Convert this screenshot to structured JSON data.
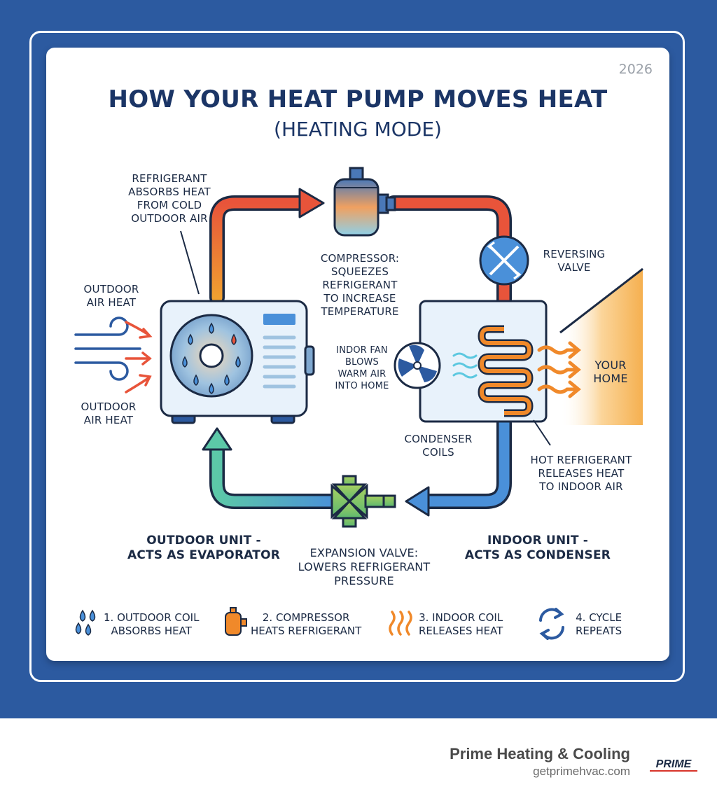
{
  "header": {
    "year": "2026",
    "title": "HOW YOUR HEAT PUMP MOVES HEAT",
    "subtitle": "(HEATING MODE)"
  },
  "labels": {
    "refrigerant_absorbs": "REFRIGERANT\nABSORBS HEAT\nFROM COLD\nOUTDOOR AIR",
    "outdoor_air_heat_top": "OUTDOOR\nAIR HEAT",
    "outdoor_air_heat_bottom": "OUTDOOR\nAIR HEAT",
    "compressor": "COMPRESSOR:\nSQUEEZES\nREFRIGERANT\nTO INCREASE\nTEMPERATURE",
    "reversing_valve": "REVERSING\nVALVE",
    "indoor_fan": "INDOR FAN\nBLOWS\nWARM AIR\nINTO HOME",
    "your_home": "YOUR\nHOME",
    "condenser_coils": "CONDENSER\nCOILS",
    "hot_refrigerant": "HOT REFRIGERANT\nRELEASES HEAT\nTO INDOOR AIR",
    "outdoor_unit": "OUTDOOR UNIT -\nACTS AS EVAPORATOR",
    "expansion_valve": "EXPANSION VALVE:\nLOWERS REFRIGERANT\nPRESSURE",
    "indoor_unit": "INDOOR UNIT -\nACTS AS CONDENSER"
  },
  "legend": [
    {
      "icon": "droplets-icon",
      "text": "1. OUTDOOR COIL\nABSORBS HEAT"
    },
    {
      "icon": "compressor-icon",
      "text": "2. COMPRESSOR\nHEATS REFRIGERANT"
    },
    {
      "icon": "heat-waves-icon",
      "text": "3. INDOOR COIL\nRELEASES HEAT"
    },
    {
      "icon": "cycle-arrows-icon",
      "text": "4. CYCLE\nREPEATS"
    }
  ],
  "footer": {
    "company": "Prime Heating & Cooling",
    "url": "getprimehvac.com",
    "logo_text": "PRIME"
  },
  "colors": {
    "frame": "#2c5aa0",
    "title": "#1b3566",
    "hot": "#e8543a",
    "warm": "#f0892a",
    "cool": "#4a90d9",
    "cold": "#5cc8a8"
  }
}
